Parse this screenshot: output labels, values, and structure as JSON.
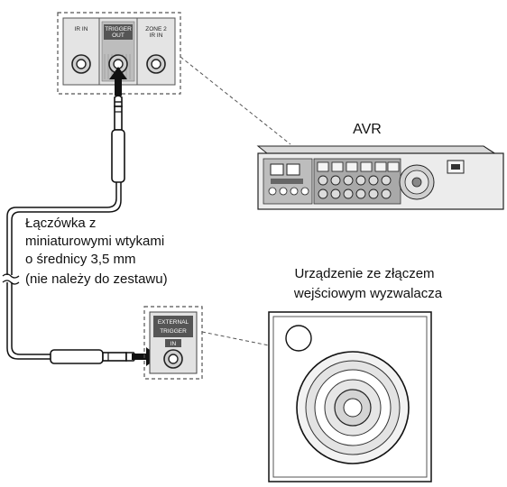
{
  "panel": {
    "jack_left": "IR IN",
    "jack_mid_line1": "TRIGGER",
    "jack_mid_line2": "OUT",
    "jack_right_line1": "ZONE 2",
    "jack_right_line2": "IR IN"
  },
  "avr_label": "AVR",
  "cable_label": {
    "line1": "Łączówka z",
    "line2": "miniaturowymi wtykami",
    "line3": "o średnicy 3,5 mm",
    "line4": "(nie należy do zestawu)"
  },
  "device_label": {
    "line1": "Urządzenie ze złączem",
    "line2": "wejściowym wyzwalacza"
  },
  "trigger_input": {
    "line1": "EXTERNAL",
    "line2": "TRIGGER",
    "line3": "IN"
  }
}
